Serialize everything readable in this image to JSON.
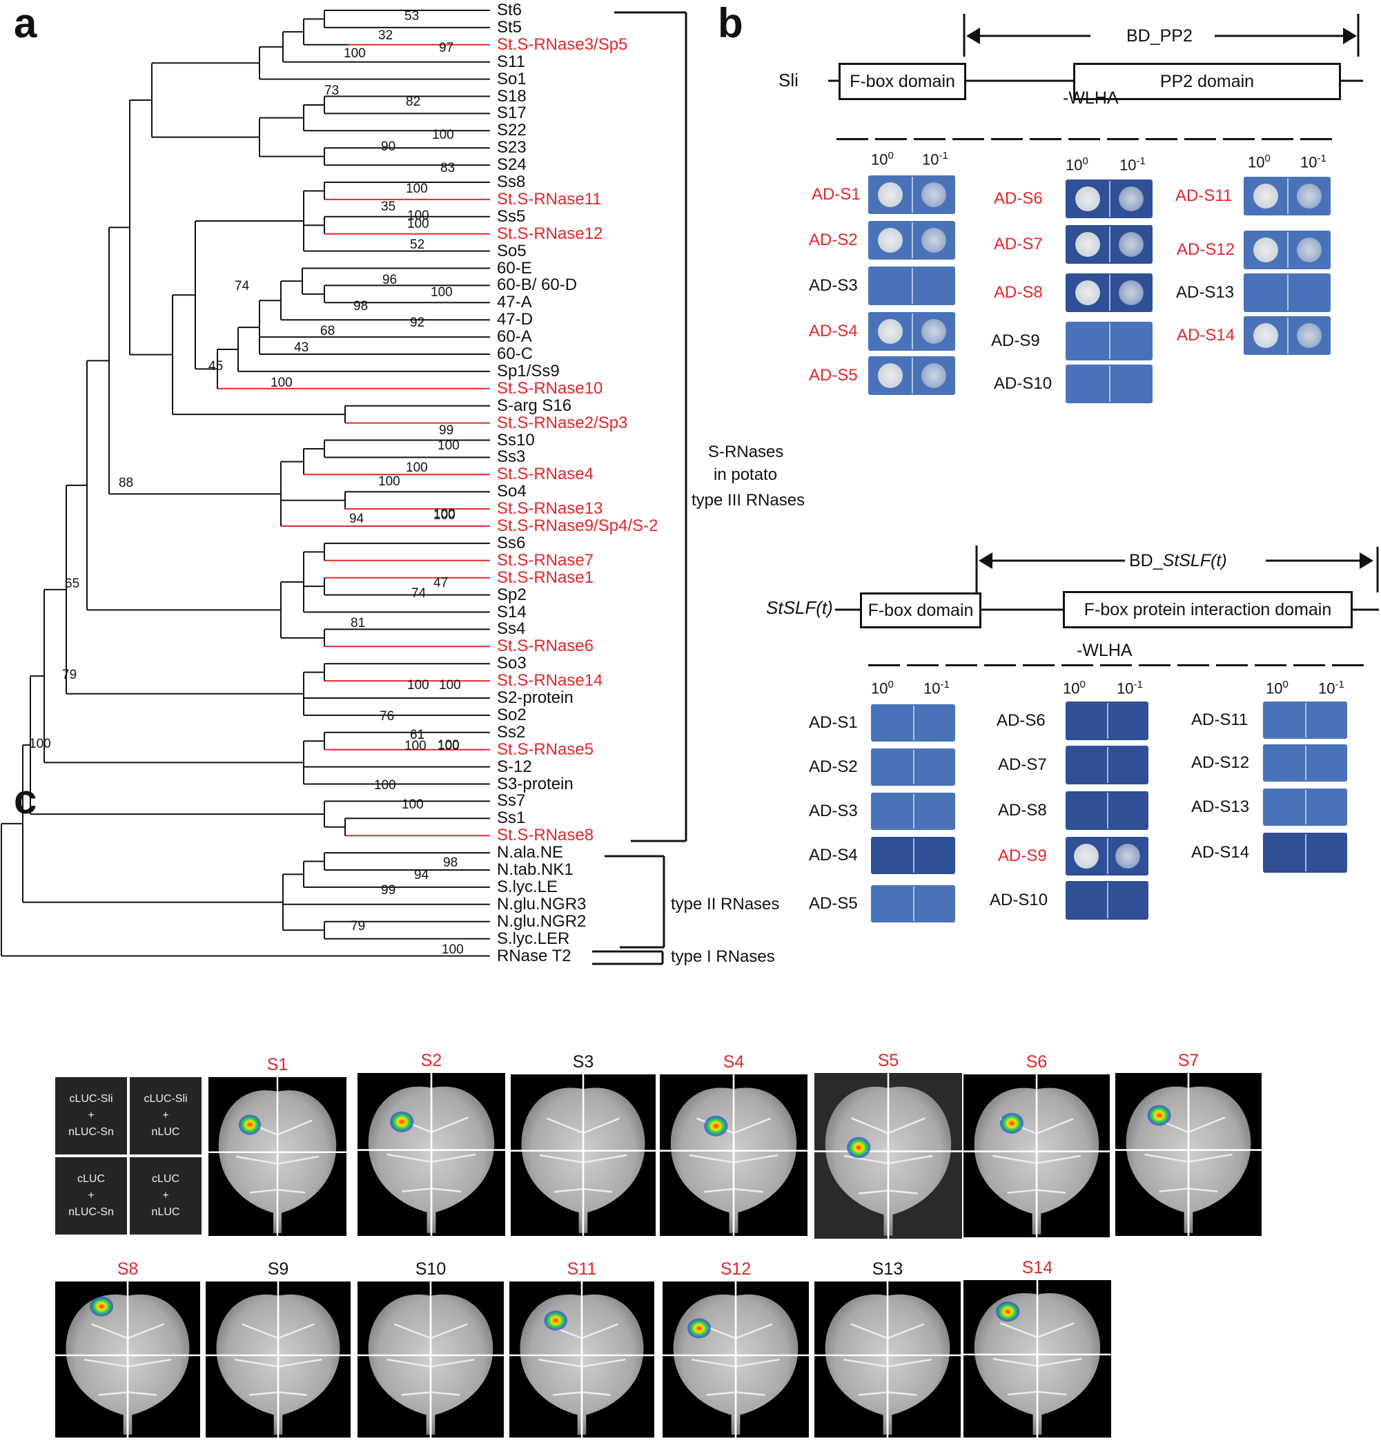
{
  "panels": {
    "a": "a",
    "b": "b",
    "c": "c"
  },
  "colors": {
    "red": "#e0262b",
    "black": "#111111",
    "plate_blue": "#4a72b8",
    "plate_dark": "#2f4f96"
  },
  "tree": {
    "tips": [
      {
        "label": "St6",
        "red": false
      },
      {
        "label": "St5",
        "red": false
      },
      {
        "label": "St.S-RNase3/Sp5",
        "red": true
      },
      {
        "label": "S11",
        "red": false
      },
      {
        "label": "So1",
        "red": false
      },
      {
        "label": "S18",
        "red": false
      },
      {
        "label": "S17",
        "red": false
      },
      {
        "label": "S22",
        "red": false
      },
      {
        "label": "S23",
        "red": false
      },
      {
        "label": "S24",
        "red": false
      },
      {
        "label": "Ss8",
        "red": false
      },
      {
        "label": "St.S-RNase11",
        "red": true
      },
      {
        "label": "Ss5",
        "red": false
      },
      {
        "label": "St.S-RNase12",
        "red": true
      },
      {
        "label": "So5",
        "red": false
      },
      {
        "label": "60-E",
        "red": false
      },
      {
        "label": "60-B/ 60-D",
        "red": false
      },
      {
        "label": "47-A",
        "red": false
      },
      {
        "label": "47-D",
        "red": false
      },
      {
        "label": "60-A",
        "red": false
      },
      {
        "label": "60-C",
        "red": false
      },
      {
        "label": "Sp1/Ss9",
        "red": false
      },
      {
        "label": "St.S-RNase10",
        "red": true
      },
      {
        "label": "S-arg S16",
        "red": false
      },
      {
        "label": "St.S-RNase2/Sp3",
        "red": true
      },
      {
        "label": "Ss10",
        "red": false
      },
      {
        "label": "Ss3",
        "red": false
      },
      {
        "label": "St.S-RNase4",
        "red": true
      },
      {
        "label": "So4",
        "red": false
      },
      {
        "label": "St.S-RNase13",
        "red": true
      },
      {
        "label": "St.S-RNase9/Sp4/S-2",
        "red": true
      },
      {
        "label": "Ss6",
        "red": false
      },
      {
        "label": "St.S-RNase7",
        "red": true
      },
      {
        "label": "St.S-RNase1",
        "red": true
      },
      {
        "label": "Sp2",
        "red": false
      },
      {
        "label": "S14",
        "red": false
      },
      {
        "label": "Ss4",
        "red": false
      },
      {
        "label": "St.S-RNase6",
        "red": true
      },
      {
        "label": "So3",
        "red": false
      },
      {
        "label": "St.S-RNase14",
        "red": true
      },
      {
        "label": "S2-protein",
        "red": false
      },
      {
        "label": "So2",
        "red": false
      },
      {
        "label": "Ss2",
        "red": false
      },
      {
        "label": "St.S-RNase5",
        "red": true
      },
      {
        "label": "S-12",
        "red": false
      },
      {
        "label": "S3-protein",
        "red": false
      },
      {
        "label": "Ss7",
        "red": false
      },
      {
        "label": "Ss1",
        "red": false
      },
      {
        "label": "St.S-RNase8",
        "red": true
      },
      {
        "label": "N.ala.NE",
        "red": false
      },
      {
        "label": "N.tab.NK1",
        "red": false
      },
      {
        "label": "S.lyc.LE",
        "red": false
      },
      {
        "label": "N.glu.NGR3",
        "red": false
      },
      {
        "label": "N.glu.NGR2",
        "red": false
      },
      {
        "label": "S.lyc.LER",
        "red": false
      },
      {
        "label": "RNase T2",
        "red": false
      }
    ],
    "bootstraps": [
      "53",
      "32",
      "97",
      "100",
      "73",
      "82",
      "100",
      "90",
      "83",
      "100",
      "35",
      "100",
      "52",
      "100",
      "96",
      "100",
      "98",
      "92",
      "68",
      "43",
      "74",
      "45",
      "100",
      "99",
      "100",
      "100",
      "100",
      "94",
      "100",
      "100",
      "47",
      "74",
      "81",
      "100",
      "100",
      "76",
      "100",
      "61",
      "100",
      "100",
      "100",
      "100",
      "88",
      "65",
      "79",
      "100",
      "98",
      "94",
      "99",
      "79",
      "100"
    ],
    "group_labels": {
      "s_rnases_line1": "S-RNases",
      "s_rnases_line2": "in potato",
      "type3": "type III RNases",
      "type2": "type II RNases",
      "type1": "type I RNases"
    }
  },
  "panel_b": {
    "top": {
      "construct_label": "BD_PP2",
      "gene": "Sli",
      "domain1": "F-box domain",
      "domain2": "PP2 domain",
      "medium": "-WLHA",
      "dilutions": [
        "10",
        "0",
        "10",
        "-1"
      ],
      "ad_labels": [
        "AD-S1",
        "AD-S2",
        "AD-S3",
        "AD-S4",
        "AD-S5",
        "AD-S6",
        "AD-S7",
        "AD-S8",
        "AD-S9",
        "AD-S10",
        "AD-S11",
        "AD-S12",
        "AD-S13",
        "AD-S14"
      ],
      "growth": [
        true,
        true,
        false,
        true,
        true,
        true,
        true,
        true,
        false,
        false,
        true,
        true,
        false,
        true
      ]
    },
    "bottom": {
      "construct_label_prefix": "BD_",
      "construct_label_italic": "StSLF(t)",
      "gene": "StSLF(t)",
      "domain1": "F-box domain",
      "domain2": "F-box protein interaction domain",
      "medium": "-WLHA",
      "ad_labels": [
        "AD-S1",
        "AD-S2",
        "AD-S3",
        "AD-S4",
        "AD-S5",
        "AD-S6",
        "AD-S7",
        "AD-S8",
        "AD-S9",
        "AD-S10",
        "AD-S11",
        "AD-S12",
        "AD-S13",
        "AD-S14"
      ],
      "growth": [
        false,
        false,
        false,
        false,
        false,
        false,
        false,
        false,
        true,
        false,
        false,
        false,
        false,
        false
      ]
    }
  },
  "panel_c": {
    "legend": [
      "cLUC-Sli\n+\nnLUC-Sn",
      "cLUC-Sli\n+\nnLUC",
      "cLUC\n+\nnLUC-Sn",
      "cLUC\n+\nnLUC"
    ],
    "leaves": [
      {
        "label": "S1",
        "red": true,
        "signal": true
      },
      {
        "label": "S2",
        "red": true,
        "signal": true
      },
      {
        "label": "S3",
        "red": false,
        "signal": false
      },
      {
        "label": "S4",
        "red": true,
        "signal": true
      },
      {
        "label": "S5",
        "red": true,
        "signal": true
      },
      {
        "label": "S6",
        "red": true,
        "signal": true
      },
      {
        "label": "S7",
        "red": true,
        "signal": true
      },
      {
        "label": "S8",
        "red": true,
        "signal": true
      },
      {
        "label": "S9",
        "red": false,
        "signal": false
      },
      {
        "label": "S10",
        "red": false,
        "signal": false
      },
      {
        "label": "S11",
        "red": true,
        "signal": true
      },
      {
        "label": "S12",
        "red": true,
        "signal": true
      },
      {
        "label": "S13",
        "red": false,
        "signal": false
      },
      {
        "label": "S14",
        "red": true,
        "signal": true
      }
    ]
  }
}
